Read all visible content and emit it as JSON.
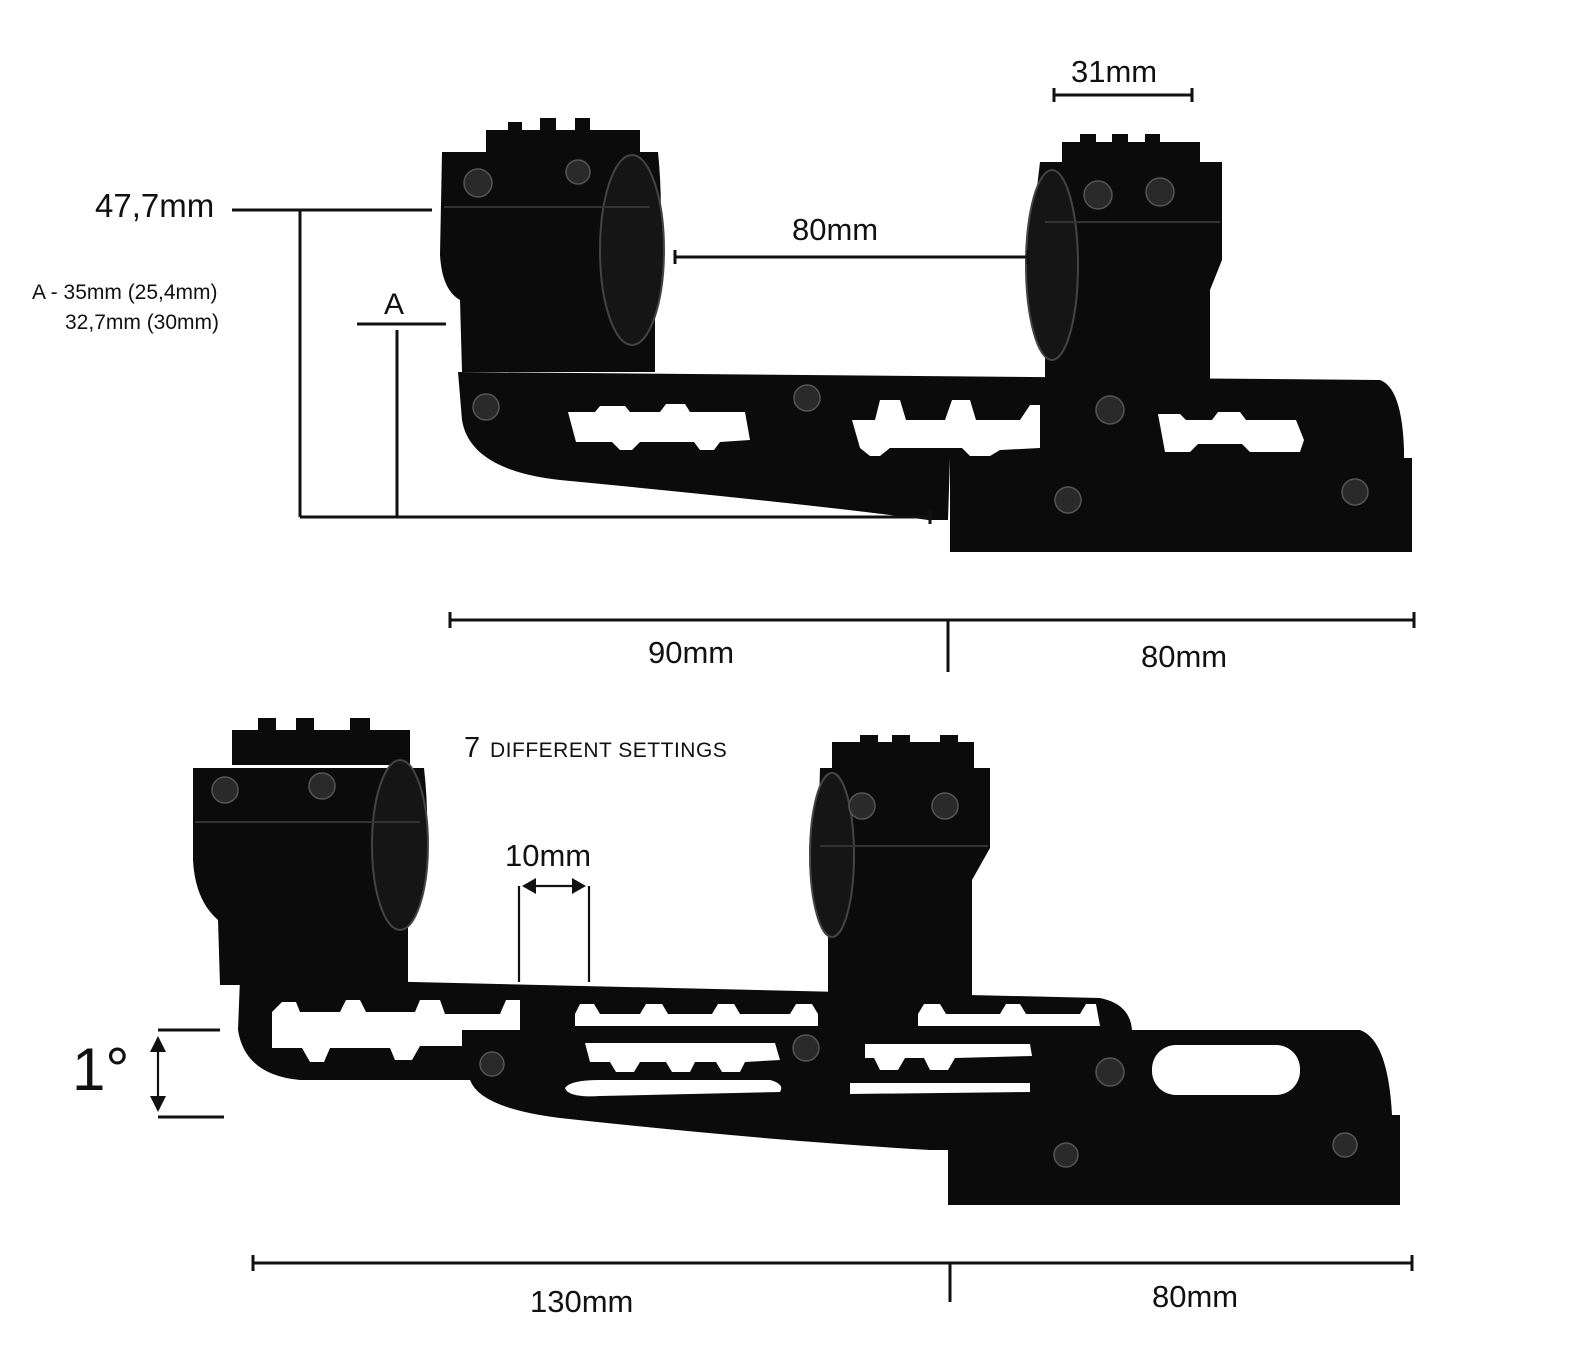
{
  "top_view": {
    "height_label": "47,7mm",
    "a_note_line1": "A - 35mm (25,4mm)",
    "a_note_line2": "32,7mm (30mm)",
    "a_marker": "A",
    "ring_width_label": "31mm",
    "ring_spacing_label": "80mm",
    "length_left_label": "90mm",
    "length_right_label": "80mm"
  },
  "bottom_view": {
    "settings_number": "7",
    "settings_text": "DIFFERENT SETTINGS",
    "step_label": "10mm",
    "angle_label": "1°",
    "length_left_label": "130mm",
    "length_right_label": "80mm"
  },
  "colors": {
    "metal": "#0b0b0b",
    "background": "#ffffff"
  }
}
